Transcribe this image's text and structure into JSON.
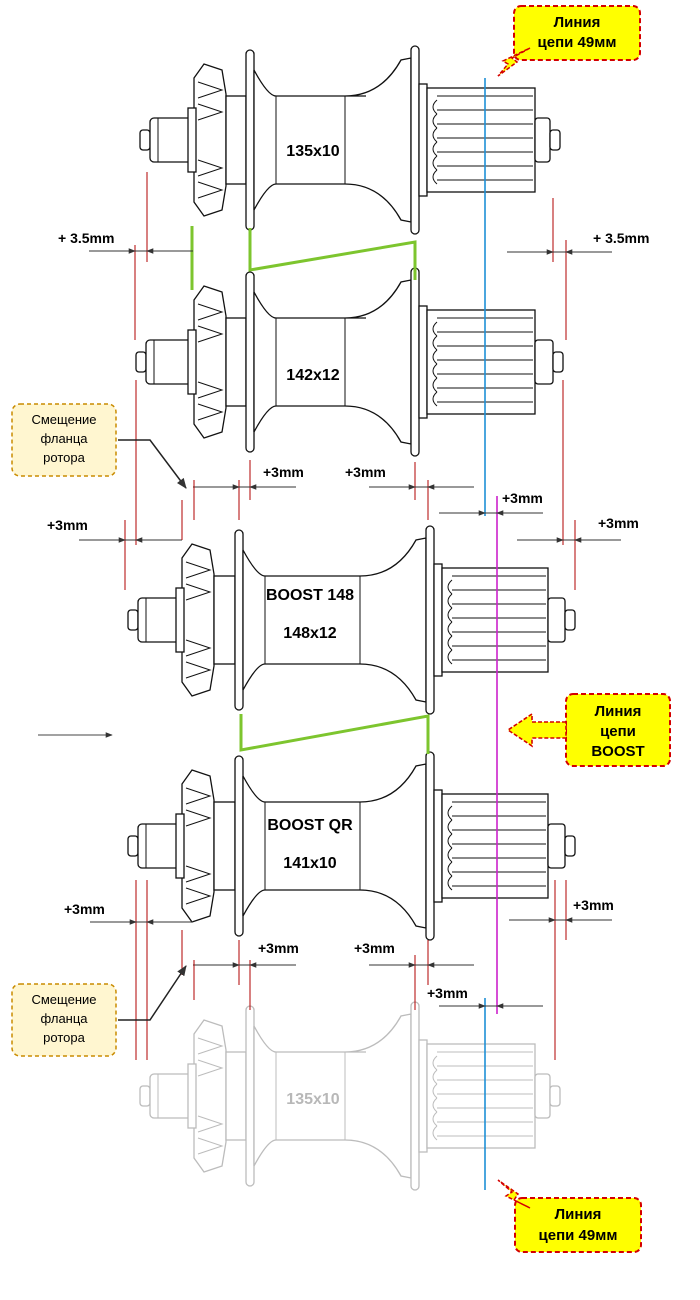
{
  "hubs": {
    "h1": "135x10",
    "h2": "142x12",
    "h3_line1": "BOOST 148",
    "h3_line2": "148x12",
    "h4_line1": "BOOST QR",
    "h4_line2": "141x10",
    "h5": "135x10"
  },
  "dims": {
    "d1_left": "+ 3.5mm",
    "d1_right": "+ 3.5mm",
    "d2_flange_left": "+3mm",
    "d2_flange_right": "+3mm",
    "d2_chain": "+3mm",
    "d2_outer_left": "+3mm",
    "d2_outer_right": "+3mm",
    "d4_outer_left": "+3mm",
    "d4_outer_right": "+3mm",
    "d4_flange_left": "+3mm",
    "d4_flange_right": "+3mm",
    "d4_chain": "+3mm"
  },
  "callouts": {
    "chainline49_top": [
      "Линия",
      "цепи 49мм"
    ],
    "chainline_boost": [
      "Линия",
      "цепи",
      "BOOST"
    ],
    "chainline49_bottom": [
      "Линия",
      "цепи 49мм"
    ],
    "rotor_offset_1": [
      "Смещение",
      "фланца",
      "ротора"
    ],
    "rotor_offset_2": [
      "Смещение",
      "фланца",
      "ротора"
    ]
  },
  "colors": {
    "line": "#111111",
    "dim_red": "#b00000",
    "chainline_49": "#1e90d6",
    "chainline_boost": "#cc22cc",
    "green": "#7dc52e",
    "callout_red_fill": "#ffff00",
    "callout_red_border": "#d40000",
    "callout_note_fill": "#fff6d0",
    "callout_note_border": "#c98b00"
  }
}
